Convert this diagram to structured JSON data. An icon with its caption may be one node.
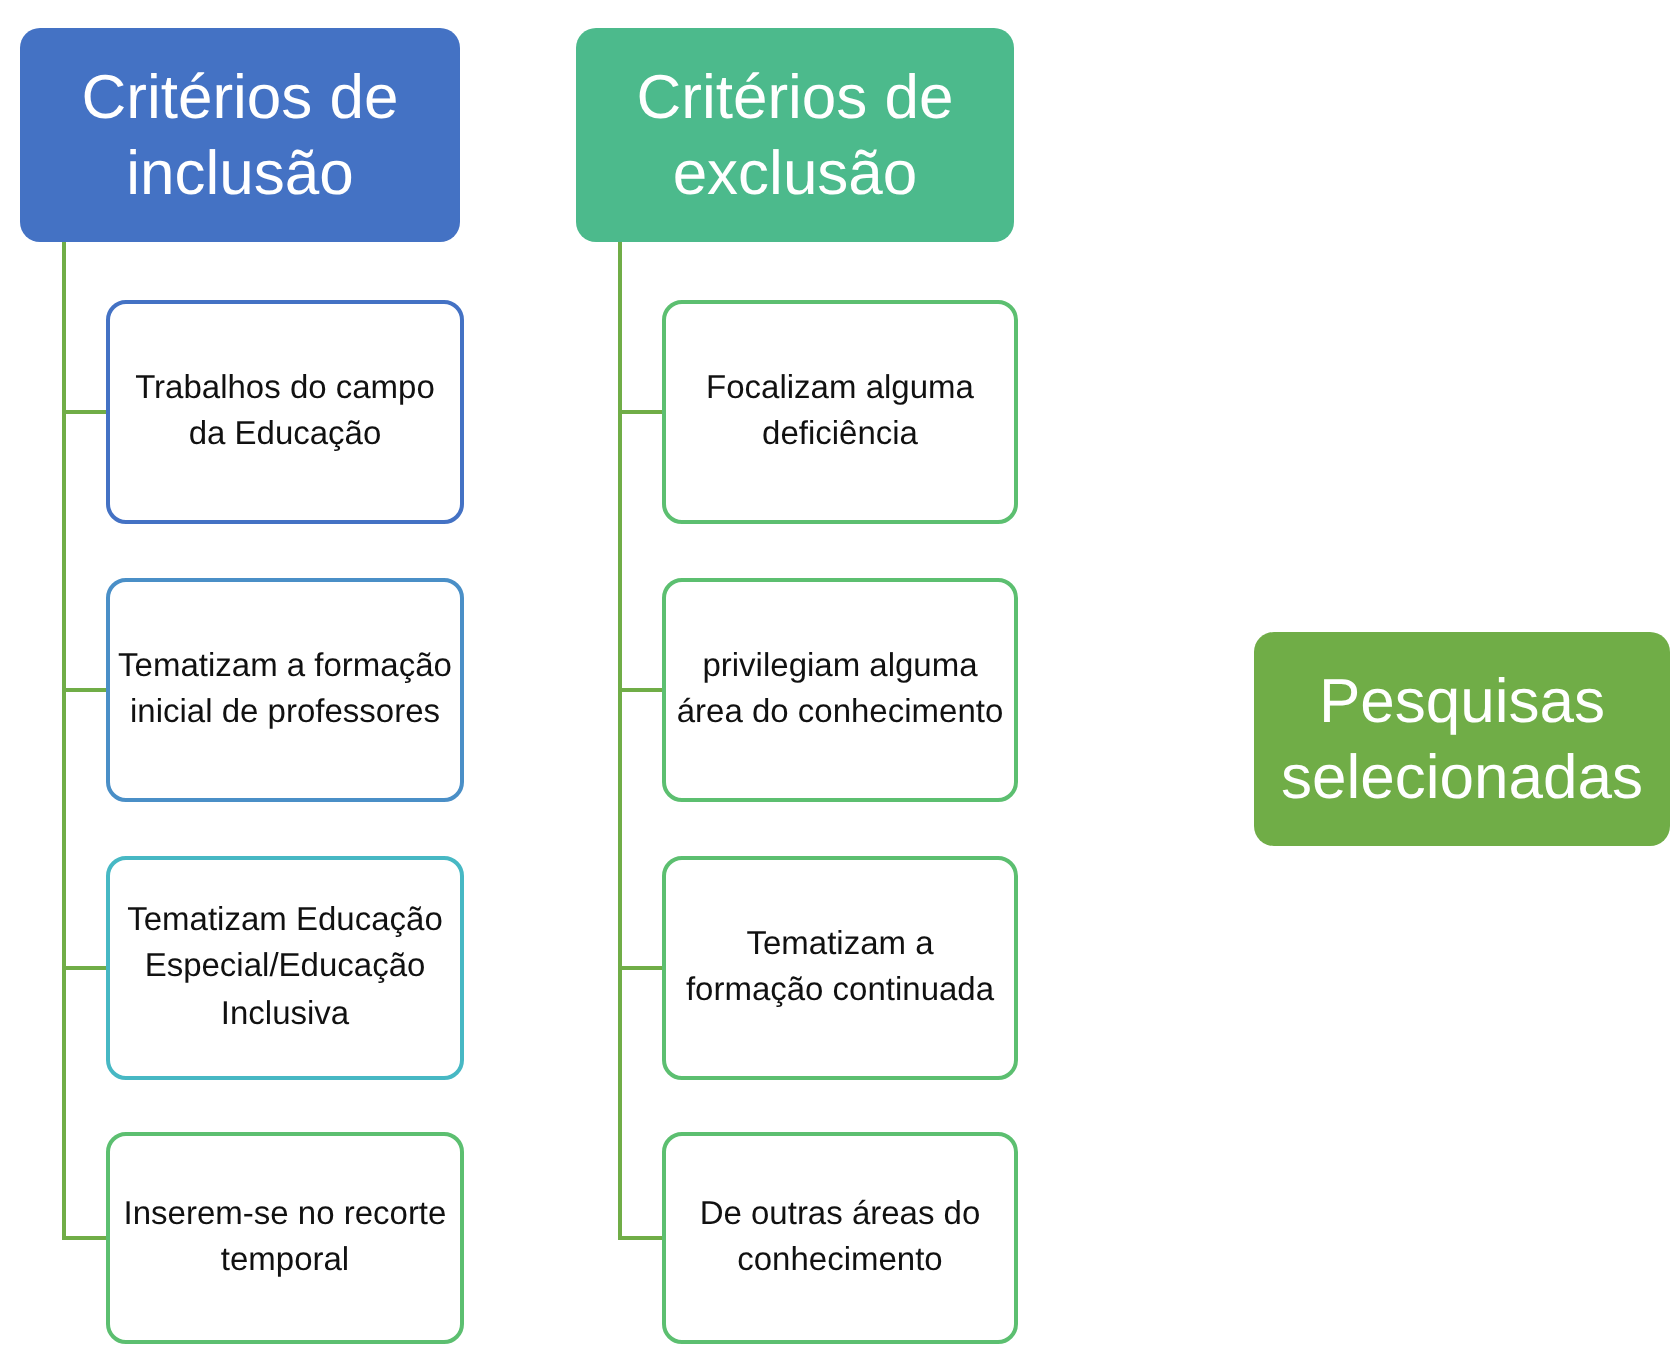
{
  "diagram": {
    "nodes": [
      {
        "text": [
          "Critérios de inclusão"
        ]
      },
      {
        "text": [
          "Trabalhos do campo da Educação"
        ]
      },
      {
        "text": [
          "Tematizam a formação inicial de professores"
        ]
      },
      {
        "text": [
          "Tematizam Educação Especial/Educação Inclusiva"
        ]
      },
      {
        "text": [
          "Inserem-se no recorte temporal"
        ]
      },
      {
        "text": [
          "Critérios de exclusão"
        ]
      },
      {
        "text": [
          "Focalizam alguma deficiência"
        ]
      },
      {
        "text": [
          "privilegiam alguma área do conhecimento"
        ]
      },
      {
        "text": [
          "Tematizam a formação continuada"
        ]
      },
      {
        "text": [
          "De outras áreas do conhecimento"
        ]
      },
      {
        "text": [
          "Pesquisas selecionadas"
        ]
      }
    ],
    "edges": [
      {
        "from": 0,
        "to": 1,
        "arrow": "none"
      },
      {
        "from": 0,
        "to": 2,
        "arrow": "none"
      },
      {
        "from": 0,
        "to": 3,
        "arrow": "none"
      },
      {
        "from": 0,
        "to": 4,
        "arrow": "none"
      },
      {
        "from": 5,
        "to": 6,
        "arrow": "none"
      },
      {
        "from": 5,
        "to": 7,
        "arrow": "none"
      },
      {
        "from": 5,
        "to": 8,
        "arrow": "none"
      },
      {
        "from": 5,
        "to": 9,
        "arrow": "none"
      }
    ]
  }
}
